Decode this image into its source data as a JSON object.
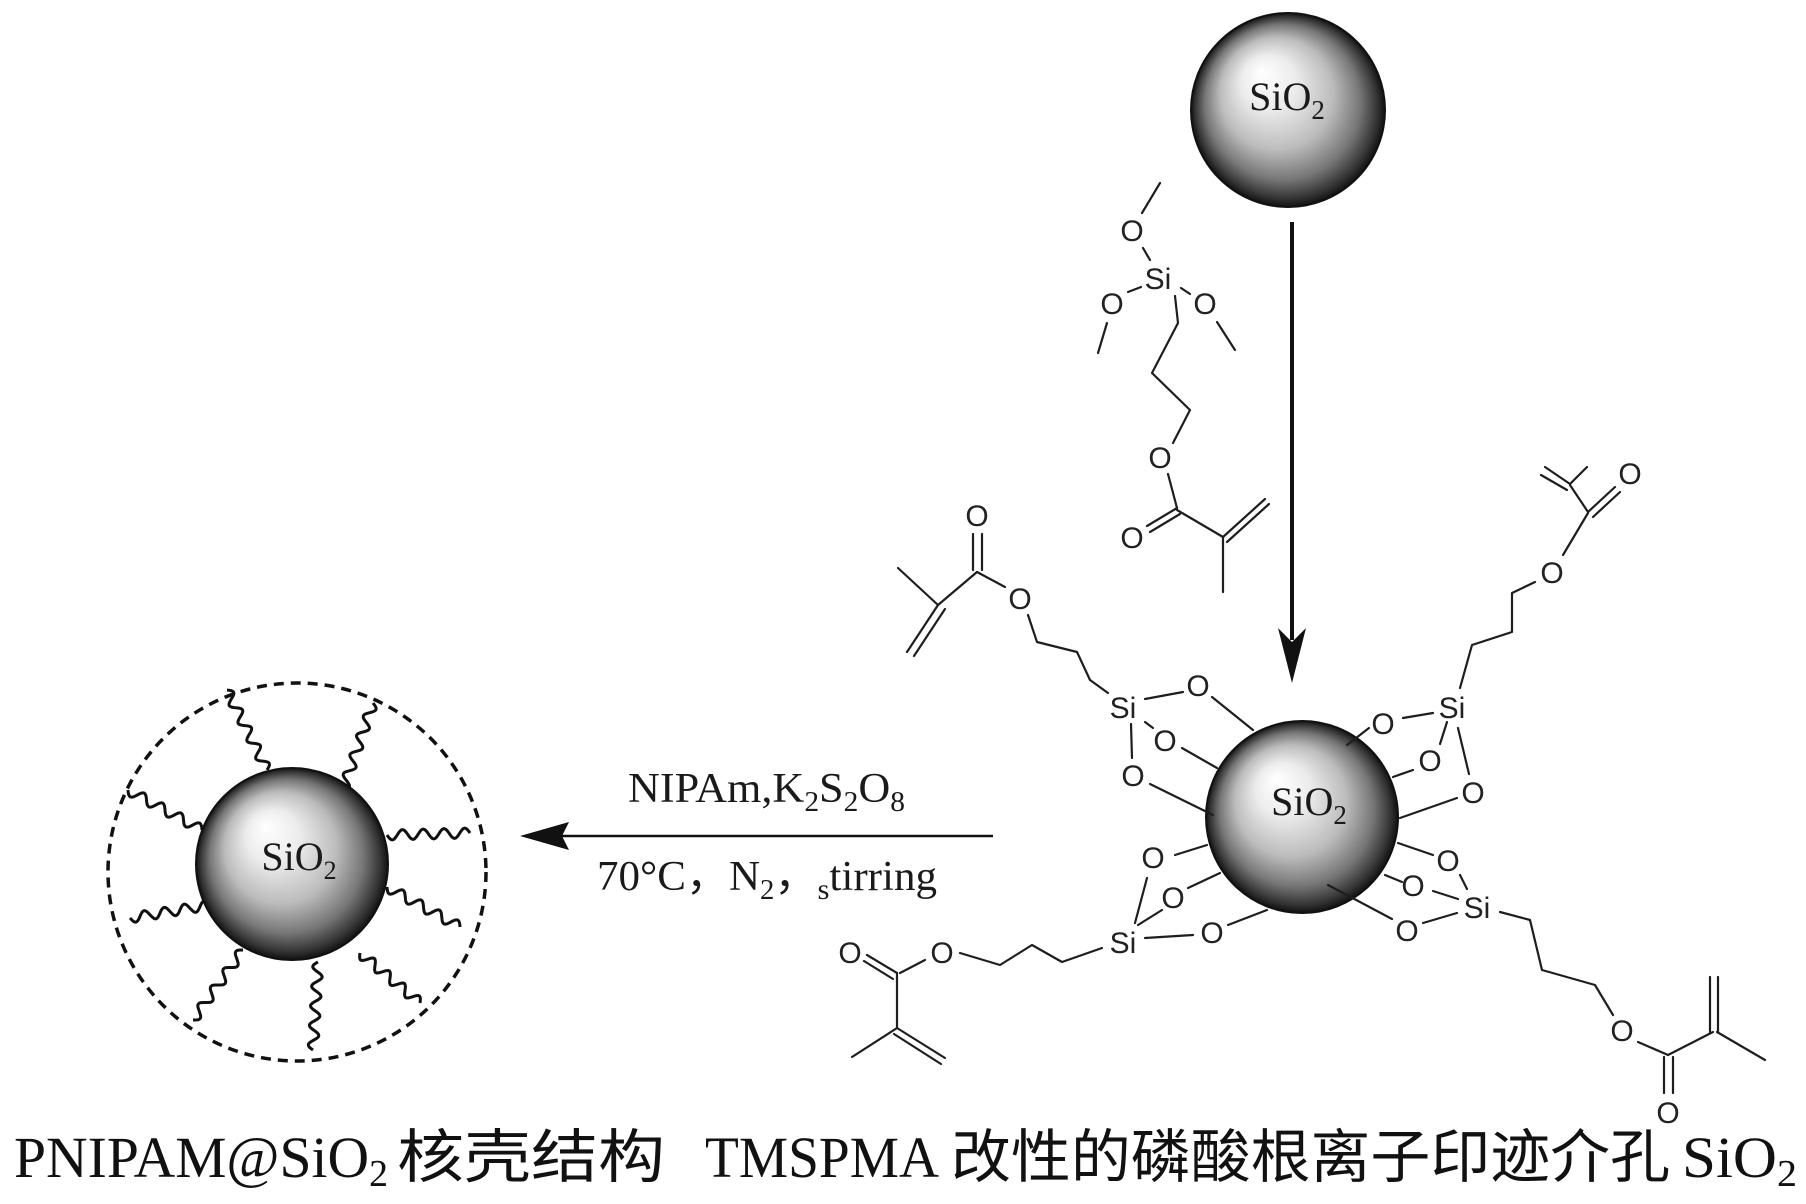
{
  "spheres": {
    "top": {
      "base": "SiO",
      "sub": "2"
    },
    "center": {
      "base": "SiO",
      "sub": "2"
    },
    "left": {
      "base": "SiO",
      "sub": "2"
    }
  },
  "reaction": {
    "above": {
      "t1": "NIPAm,K",
      "s1": "2",
      "t2": "S",
      "s2": "2",
      "t3": "O",
      "s3": "8"
    },
    "below": {
      "t1": "70°C，N",
      "s1": "2",
      "t2": "，",
      "s2": "s",
      "t3": "tirring"
    }
  },
  "molecules": {
    "tmspma_reagent": [
      "O",
      "Si",
      "O",
      "O",
      "O",
      "O"
    ],
    "graft_upper_left": [
      "O",
      "O",
      "Si",
      "O",
      "O",
      "O"
    ],
    "graft_upper_right": [
      "O",
      "O",
      "Si",
      "O",
      "O",
      "O"
    ],
    "graft_lower_left": [
      "O",
      "O",
      "Si",
      "O",
      "O",
      "O"
    ],
    "graft_lower_right": [
      "O",
      "O",
      "O",
      "Si",
      "O",
      "O"
    ]
  },
  "caption": {
    "left": {
      "t1": "PNIPAM@SiO",
      "s1": "2",
      "t2": "核壳结构"
    },
    "right": {
      "t1": "TMSPMA",
      "t2": "改性的磷酸根离子印迹介孔",
      "t3": "SiO",
      "s3": "2"
    }
  },
  "colors": {
    "ink": "#1a1a1a",
    "background": "#ffffff",
    "sphere_highlight": "#ffffff",
    "sphere_edge": "#111111"
  }
}
